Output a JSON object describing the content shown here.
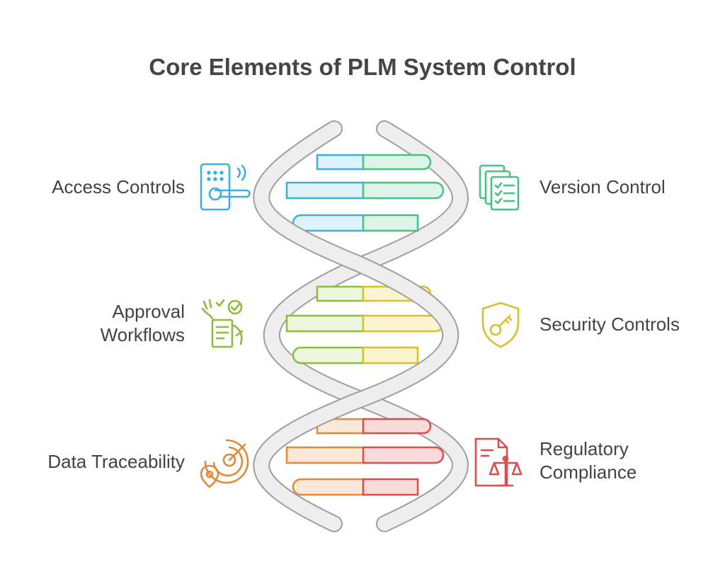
{
  "title": "Core Elements of PLM System Control",
  "items": [
    {
      "side": "left",
      "lines": [
        "Access Controls"
      ],
      "icon": "smart-lock-icon",
      "color": "#3ab0dc"
    },
    {
      "side": "right",
      "lines": [
        "Version Control"
      ],
      "icon": "document-stack-icon",
      "color": "#49c085"
    },
    {
      "side": "left",
      "lines": [
        "Approval",
        "Workflows"
      ],
      "icon": "approval-checklist-icon",
      "color": "#8dbb3c"
    },
    {
      "side": "right",
      "lines": [
        "Security Controls"
      ],
      "icon": "shield-key-icon",
      "color": "#d6c02c"
    },
    {
      "side": "left",
      "lines": [
        "Data Traceability"
      ],
      "icon": "location-radar-icon",
      "color": "#e08a3a"
    },
    {
      "side": "right",
      "lines": [
        "Regulatory",
        "Compliance"
      ],
      "icon": "legal-document-scale-icon",
      "color": "#dc4d4d"
    }
  ]
}
